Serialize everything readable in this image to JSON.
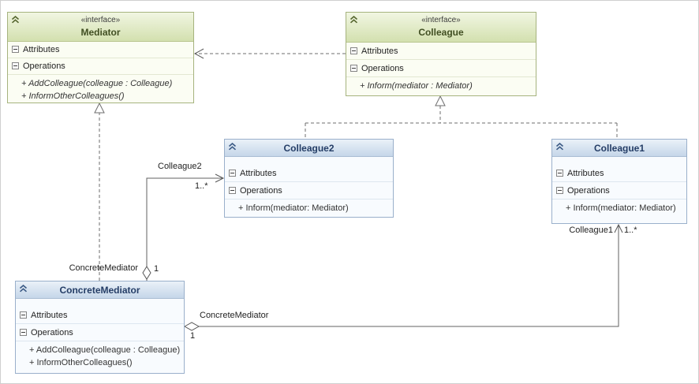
{
  "canvas": {
    "background": "#ffffff",
    "border_color": "#cfcfcf"
  },
  "colors": {
    "interface_header": "#d3e0af",
    "interface_border": "#a6b37e",
    "class_header": "#c5d6e9",
    "class_border": "#9ab0cb",
    "connector_line": "#6e6e6e"
  },
  "classes": [
    {
      "name": "Mediator",
      "stereotype": "«interface»",
      "attributes_label": "Attributes",
      "operations_label": "Operations",
      "operations": [
        "+ AddColleague(colleague : Colleague)",
        "+ InformOtherColleagues()"
      ]
    },
    {
      "name": "Colleague",
      "stereotype": "«interface»",
      "attributes_label": "Attributes",
      "operations_label": "Operations",
      "operations": [
        "+ Inform(mediator : Mediator)"
      ]
    },
    {
      "name": "Colleague2",
      "attributes_label": "Attributes",
      "operations_label": "Operations",
      "operations": [
        "+ Inform(mediator: Mediator)"
      ]
    },
    {
      "name": "Colleague1",
      "attributes_label": "Attributes",
      "operations_label": "Operations",
      "operations": [
        "+ Inform(mediator: Mediator)"
      ]
    },
    {
      "name": "ConcreteMediator",
      "attributes_label": "Attributes",
      "operations_label": "Operations",
      "operations": [
        "+ AddColleague(colleague : Colleague)",
        "+ InformOtherColleagues()"
      ]
    }
  ],
  "association_labels": {
    "colleague2_role": "Colleague2",
    "colleague2_multiplicity": "1..*",
    "top_aggregation_role": "ConcreteMediator",
    "top_aggregation_multiplicity": "1",
    "bottom_aggregation_role": "ConcreteMediator",
    "bottom_aggregation_multiplicity": "1",
    "colleague1_role": "Colleague1",
    "colleague1_multiplicity": "1..*"
  }
}
